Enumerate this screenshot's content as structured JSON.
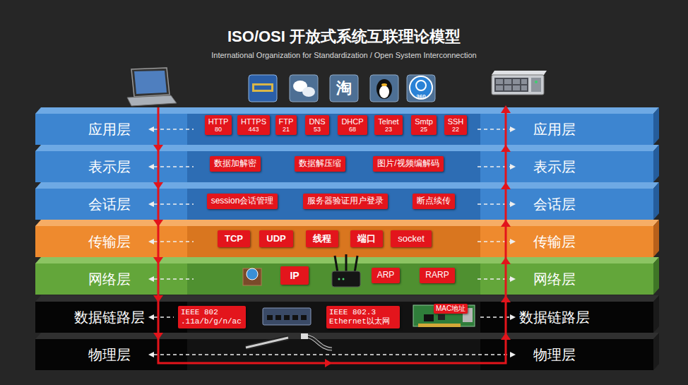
{
  "diagram": {
    "title": "ISO/OSI 开放式系统互联理论模型",
    "nodes": [
      {
        "text": [
          "应用层",
          "应用层"
        ]
      },
      {
        "text": [
          "HTTP",
          "80"
        ],
        "in": 0
      },
      {
        "text": [
          "HTTPS",
          "443"
        ],
        "in": 0
      },
      {
        "text": [
          "FTP",
          "21"
        ],
        "in": 0
      },
      {
        "text": [
          "DNS",
          "53"
        ],
        "in": 0
      },
      {
        "text": [
          "DHCP",
          "68"
        ],
        "in": 0
      },
      {
        "text": [
          "Telnet",
          "23"
        ],
        "in": 0
      },
      {
        "text": [
          "Smtp",
          "25"
        ],
        "in": 0
      },
      {
        "text": [
          "SSH",
          "22"
        ],
        "in": 0
      },
      {
        "text": [
          "表示层",
          "表示层"
        ]
      },
      {
        "text": [
          "数据加解密"
        ],
        "in": 9
      },
      {
        "text": [
          "数据解压缩"
        ],
        "in": 9
      },
      {
        "text": [
          "图片/视频编解码"
        ],
        "in": 9
      },
      {
        "text": [
          "会话层",
          "会话层"
        ]
      },
      {
        "text": [
          "session会话管理"
        ],
        "in": 13
      },
      {
        "text": [
          "服务器验证用户登录"
        ],
        "in": 13
      },
      {
        "text": [
          "断点续传"
        ],
        "in": 13
      },
      {
        "text": [
          "传输层",
          "传输层"
        ]
      },
      {
        "text": [
          "TCP"
        ],
        "in": 17
      },
      {
        "text": [
          "UDP"
        ],
        "in": 17
      },
      {
        "text": [
          "线程"
        ],
        "in": 17
      },
      {
        "text": [
          "端口"
        ],
        "in": 17
      },
      {
        "text": [
          "socket"
        ],
        "in": 17
      },
      {
        "text": [
          "网络层",
          "网络层"
        ]
      },
      {
        "text": [
          "IP"
        ],
        "in": 23
      },
      {
        "text": [
          "ARP"
        ],
        "in": 23
      },
      {
        "text": [
          "RARP"
        ],
        "in": 23
      },
      {
        "text": [
          "数据链路层",
          "数据链路层"
        ]
      },
      {
        "text": [
          "IEEE 802 .11a/b/g/n/ac"
        ],
        "in": 27
      },
      {
        "text": [
          "IEEE 802.3 Ethernet以太网"
        ],
        "in": 27
      },
      {
        "text": [
          "MAC地址"
        ],
        "in": 27
      },
      {
        "text": [
          "物理层",
          "物理层"
        ]
      }
    ],
    "labels": [
      "International Organization for Standardization / Open System Interconnection",
      "淘",
      "360"
    ]
  }
}
